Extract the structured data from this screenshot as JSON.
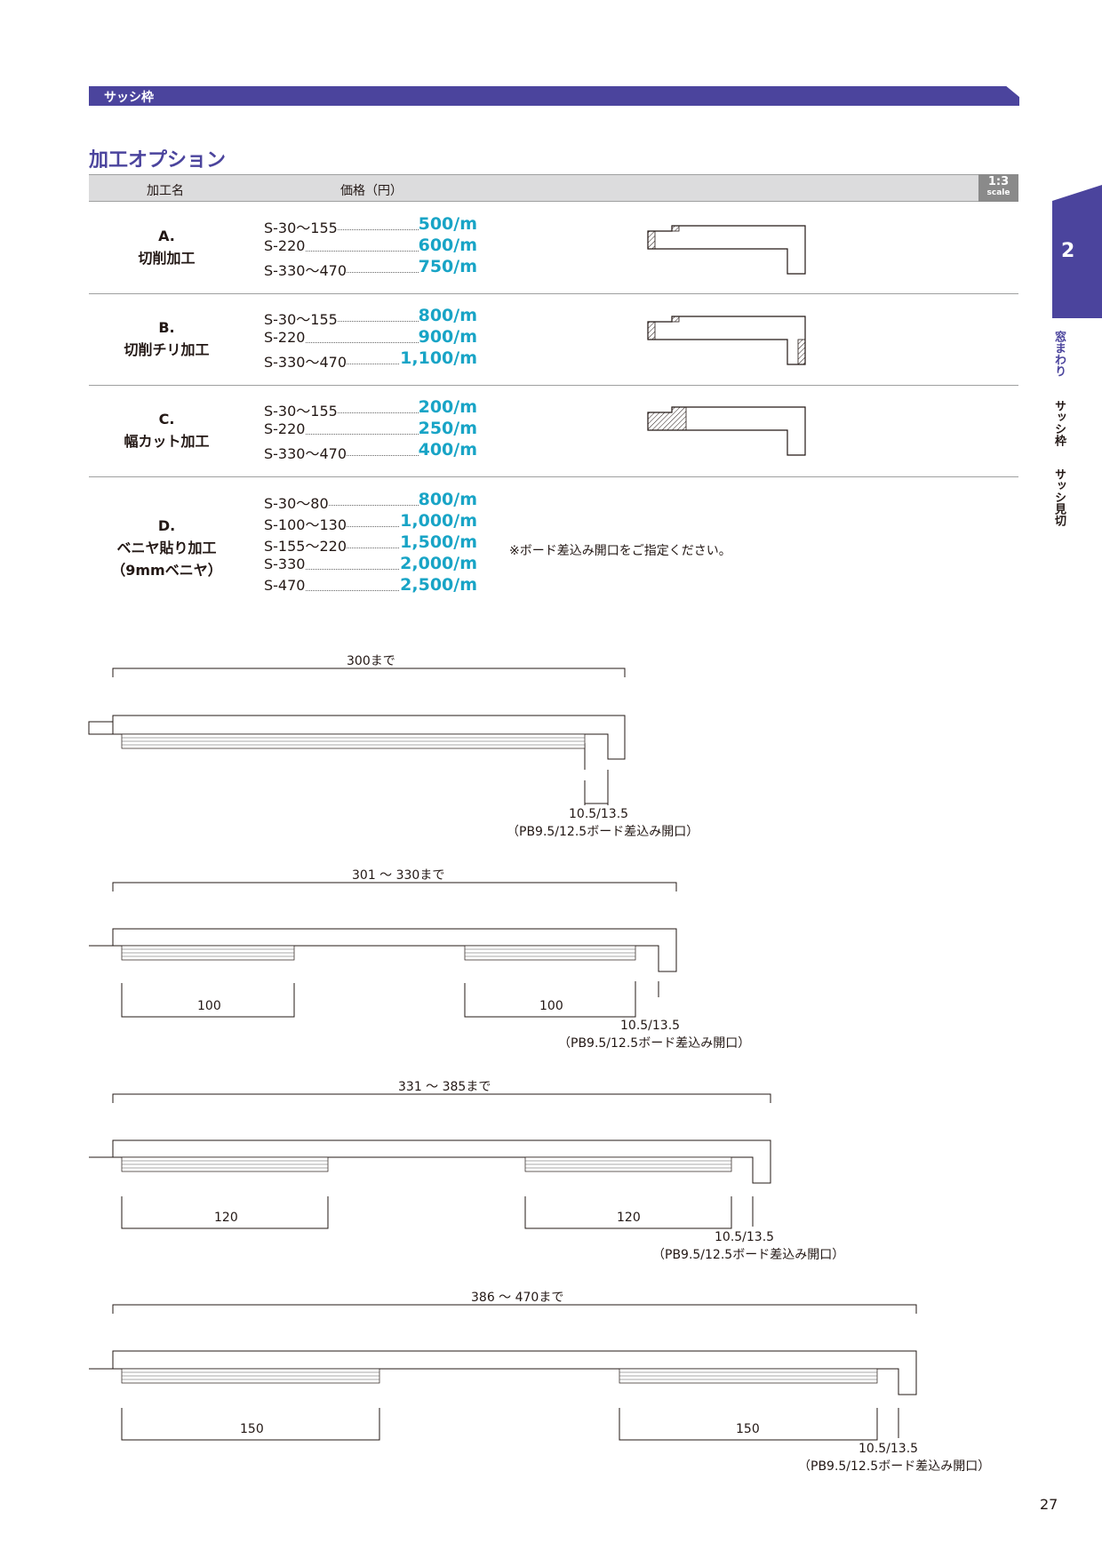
{
  "header": {
    "category": "サッシ枠"
  },
  "section_title": "加工オプション",
  "table": {
    "col_name": "加工名",
    "col_price": "価格（円）",
    "scale_ratio": "1:3",
    "scale_word": "scale",
    "options": [
      {
        "letter": "A.",
        "name": "切削加工",
        "prices": [
          {
            "size": "S-30〜155",
            "price": "500/m"
          },
          {
            "size": "S-220",
            "price": "600/m"
          },
          {
            "size": "S-330〜470",
            "price": "750/m"
          }
        ]
      },
      {
        "letter": "B.",
        "name": "切削チリ加工",
        "prices": [
          {
            "size": "S-30〜155",
            "price": "800/m"
          },
          {
            "size": "S-220",
            "price": "900/m"
          },
          {
            "size": "S-330〜470",
            "price": "1,100/m"
          }
        ]
      },
      {
        "letter": "C.",
        "name": "幅カット加工",
        "prices": [
          {
            "size": "S-30〜155",
            "price": "200/m"
          },
          {
            "size": "S-220",
            "price": "250/m"
          },
          {
            "size": "S-330〜470",
            "price": "400/m"
          }
        ]
      },
      {
        "letter": "D.",
        "name": "ベニヤ貼り加工",
        "sub": "（9mmベニヤ）",
        "prices": [
          {
            "size": "S-30〜80",
            "price": "800/m"
          },
          {
            "size": "S-100〜130",
            "price": "1,000/m"
          },
          {
            "size": "S-155〜220",
            "price": "1,500/m"
          },
          {
            "size": "S-330",
            "price": "2,000/m"
          },
          {
            "size": "S-470",
            "price": "2,500/m"
          }
        ]
      }
    ],
    "note": "※ボード差込み開口をご指定ください。"
  },
  "diagrams": {
    "d1": {
      "width_label": "300まで",
      "gap_label": "10.5/13.5",
      "gap_note": "（PB9.5/12.5ボード差込み開口）"
    },
    "d2": {
      "width_label": "301 〜 330まで",
      "strip_left": "100",
      "strip_right": "100",
      "gap_label": "10.5/13.5",
      "gap_note": "（PB9.5/12.5ボード差込み開口）"
    },
    "d3": {
      "width_label": "331 〜 385まで",
      "strip_left": "120",
      "strip_right": "120",
      "gap_label": "10.5/13.5",
      "gap_note": "（PB9.5/12.5ボード差込み開口）"
    },
    "d4": {
      "width_label": "386 〜 470まで",
      "strip_left": "150",
      "strip_right": "150",
      "gap_label": "10.5/13.5",
      "gap_note": "（PB9.5/12.5ボード差込み開口）"
    }
  },
  "side": {
    "chapter": "2",
    "nav": [
      "窓まわり",
      "サッシ枠",
      "サッシ見切"
    ]
  },
  "page_number": "27",
  "colors": {
    "brand": "#4b449d",
    "price": "#18a4c6",
    "header_bg": "#dcdcdd"
  }
}
